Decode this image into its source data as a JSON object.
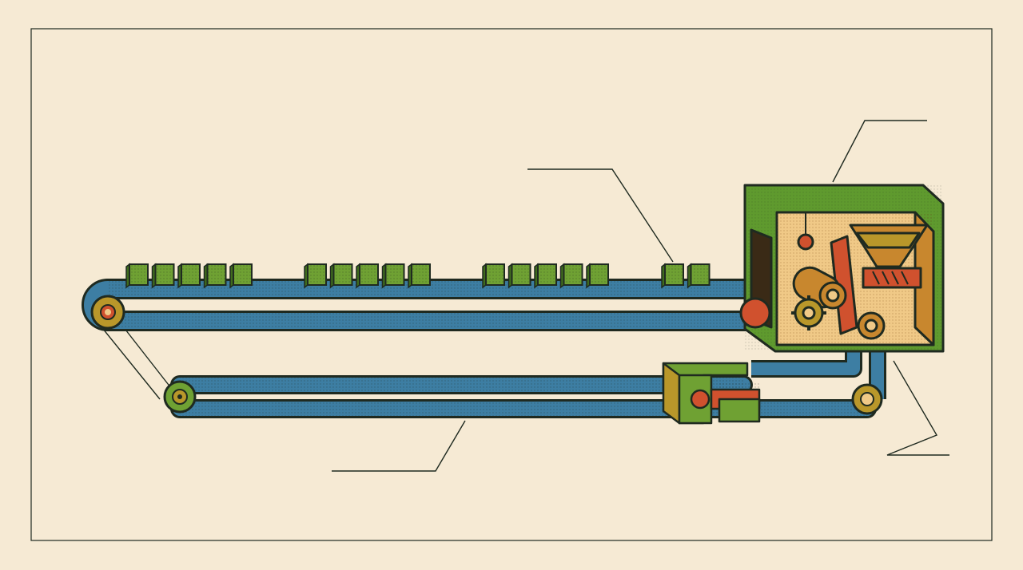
{
  "illustration": {
    "colors": {
      "background": "#f6ead4",
      "outline": "#1f2a20",
      "belt": "#3d7ea3",
      "block": "#6fa133",
      "machine": "#5f9a2e",
      "roller": "#b9972a",
      "accent": "#d0512e",
      "hopper": "#c8872e",
      "interior": "#f0c987"
    },
    "block_groups": [
      5,
      5,
      5,
      2
    ],
    "callout_labels": [
      "",
      "",
      "",
      ""
    ]
  }
}
